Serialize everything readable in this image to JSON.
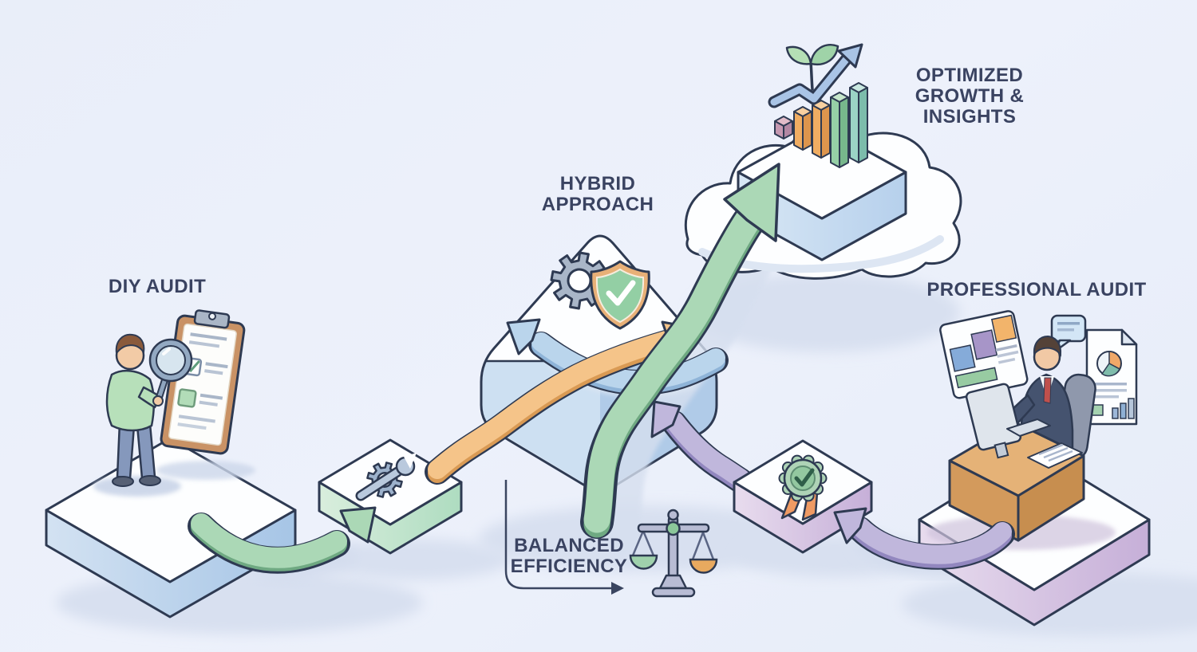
{
  "scene": {
    "type": "isometric-process-illustration",
    "background_color": "#eaeefa",
    "outline_color": "#2e3a52",
    "text_color": "#3a4361"
  },
  "labels": {
    "diy_audit": "DIY AUDIT",
    "hybrid_approach": [
      "HYBRID",
      "APPROACH"
    ],
    "optimized_growth": [
      "OPTIMIZED",
      "GROWTH &",
      "INSIGHTS"
    ],
    "professional_audit": "PROFESSIONAL AUDIT",
    "balanced_efficiency": [
      "BALANCED",
      "EFFICIENCY"
    ]
  },
  "nodes": [
    {
      "id": "diy-audit",
      "label": "DIY AUDIT",
      "platform_color": "#c7dcef",
      "icons": [
        "person-with-magnifier",
        "clipboard-checklist"
      ]
    },
    {
      "id": "tools-step",
      "platform_color": "#cdead6",
      "icons": [
        "gear-wrench"
      ]
    },
    {
      "id": "hybrid-approach",
      "label": "HYBRID APPROACH",
      "platform_color": "#c2d8ee",
      "icons": [
        "gear",
        "shield-check"
      ]
    },
    {
      "id": "certification-step",
      "platform_color": "#dfd0e8",
      "icons": [
        "certification-badge"
      ]
    },
    {
      "id": "professional-audit",
      "label": "PROFESSIONAL AUDIT",
      "platform_color": "#dfd0e8",
      "icons": [
        "auditor-at-desk",
        "dashboard-screen",
        "speech-bubble",
        "report-document"
      ]
    },
    {
      "id": "optimized-growth",
      "label": "OPTIMIZED GROWTH & INSIGHTS",
      "icons": [
        "cloud",
        "bar-chart-3d",
        "trend-arrow",
        "plant-sprout"
      ]
    },
    {
      "id": "balanced-efficiency",
      "label": "BALANCED EFFICIENCY",
      "icons": [
        "balance-scale"
      ]
    }
  ],
  "arrows": [
    {
      "from": "diy-audit",
      "to": "tools-step",
      "color": "#abd8b6"
    },
    {
      "from": "tools-step",
      "to": "hybrid-approach",
      "color": "#f5c489"
    },
    {
      "from": "hybrid-approach",
      "to": "diy-audit",
      "color": "#bad5ec"
    },
    {
      "from": "professional-audit",
      "to": "certification-step",
      "color": "#c0b7dc"
    },
    {
      "from": "certification-step",
      "to": "hybrid-approach",
      "color": "#c0b7dc"
    },
    {
      "from": "hybrid-approach",
      "to": "optimized-growth",
      "color": "#abd8b6"
    }
  ],
  "colors": {
    "arrow_green": "#abd8b6",
    "arrow_orange": "#f5c489",
    "arrow_blue": "#bad5ec",
    "arrow_purple": "#c0b7dc",
    "shield_orange": "#e8b077",
    "shield_green": "#93cfa4",
    "badge_green": "#aed3b6",
    "ribbon_orange": "#ef9a63",
    "pan_left_green": "#9fd1ac",
    "pan_right_orange": "#e8a95f"
  }
}
